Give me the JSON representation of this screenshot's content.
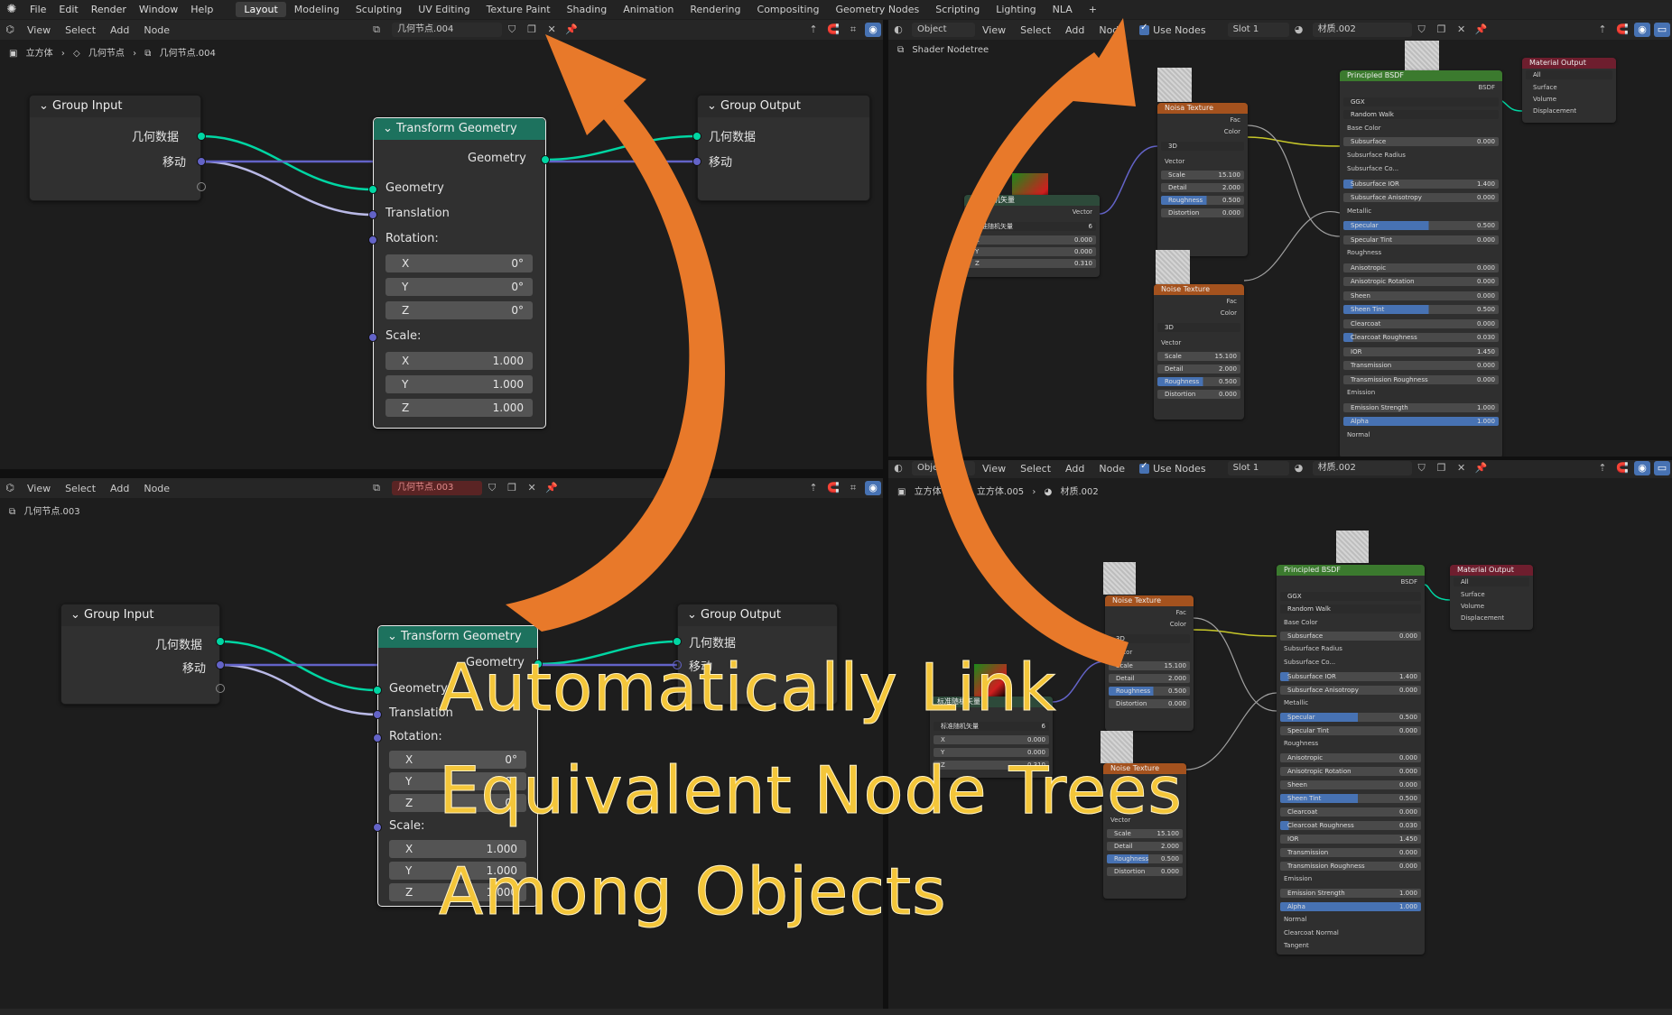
{
  "topbar": {
    "menus": [
      "File",
      "Edit",
      "Render",
      "Window",
      "Help"
    ],
    "tabs": [
      "Layout",
      "Modeling",
      "Sculpting",
      "UV Editing",
      "Texture Paint",
      "Shading",
      "Animation",
      "Rendering",
      "Compositing",
      "Geometry Nodes",
      "Scripting",
      "Lighting",
      "NLA"
    ],
    "active_tab": "Layout",
    "add_tab": "+"
  },
  "tl": {
    "menus": [
      "View",
      "Select",
      "Add",
      "Node"
    ],
    "tree_name": "几何节点.004",
    "breadcrumb": [
      "立方体",
      "几何节点",
      "几何节点.004"
    ]
  },
  "bl": {
    "menus": [
      "View",
      "Select",
      "Add",
      "Node"
    ],
    "tree_name": "几何节点.003",
    "breadcrumb": [
      "几何节点.003"
    ]
  },
  "tr": {
    "object_mode": "Object",
    "menus": [
      "View",
      "Select",
      "Add",
      "Node"
    ],
    "use_nodes": "Use Nodes",
    "slot": "Slot 1",
    "material": "材质.002",
    "breadcrumb": [
      "Shader Nodetree"
    ]
  },
  "br": {
    "object_mode": "Object",
    "menus": [
      "View",
      "Select",
      "Add",
      "Node"
    ],
    "use_nodes": "Use Nodes",
    "slot": "Slot 1",
    "material": "材质.002",
    "breadcrumb": [
      "立方体",
      "立方体.005",
      "材质.002"
    ]
  },
  "geo": {
    "group_input": {
      "title": "Group Input",
      "out1": "几何数据",
      "out2": "移动"
    },
    "transform": {
      "title": "Transform Geometry",
      "out": "Geometry",
      "in_geometry": "Geometry",
      "in_translation": "Translation",
      "rotation": "Rotation:",
      "scale": "Scale:",
      "rx": "X",
      "rx_v": "0°",
      "ry": "Y",
      "ry_v": "0°",
      "rz": "Z",
      "rz_v": "0°",
      "sx": "X",
      "sx_v": "1.000",
      "sy": "Y",
      "sy_v": "1.000",
      "sz": "Z",
      "sz_v": "1.000"
    },
    "group_output": {
      "title": "Group Output",
      "in1": "几何数据",
      "in2": "移动"
    }
  },
  "shader": {
    "noise_title": "Noise Texture",
    "noise_title_alt": "Noisa Texture",
    "fac": "Fac",
    "color": "Color",
    "dim": "3D",
    "vector": "Vector",
    "noise_rows": [
      [
        "Scale",
        "15.100"
      ],
      [
        "Detail",
        "2.000"
      ],
      [
        "Roughness",
        "0.500"
      ],
      [
        "Distortion",
        "0.000"
      ]
    ],
    "vec_title": "标准随机矢量",
    "vec_out": "Vector",
    "vec_name": "标准随机矢量",
    "vec_users": "6",
    "vec_rows": [
      [
        "X",
        "0.000"
      ],
      [
        "Y",
        "0.000"
      ],
      [
        "Z",
        "0.310"
      ]
    ],
    "bsdf_title": "Principled BSDF",
    "bsdf_out": "BSDF",
    "ggx": "GGX",
    "walk": "Random Walk",
    "base_color": "Base Color",
    "bsdf_rows": [
      [
        "Subsurface",
        "0.000"
      ],
      [
        "Subsurface Radius",
        ""
      ],
      [
        "Subsurface Co...",
        ""
      ],
      [
        "Subsurface IOR",
        "1.400"
      ],
      [
        "Subsurface Anisotropy",
        "0.000"
      ],
      [
        "Metallic",
        ""
      ],
      [
        "Specular",
        "0.500"
      ],
      [
        "Specular Tint",
        "0.000"
      ],
      [
        "Roughness",
        ""
      ],
      [
        "Anisotropic",
        "0.000"
      ],
      [
        "Anisotropic Rotation",
        "0.000"
      ],
      [
        "Sheen",
        "0.000"
      ],
      [
        "Sheen Tint",
        "0.500"
      ],
      [
        "Clearcoat",
        "0.000"
      ],
      [
        "Clearcoat Roughness",
        "0.030"
      ],
      [
        "IOR",
        "1.450"
      ],
      [
        "Transmission",
        "0.000"
      ],
      [
        "Transmission Roughness",
        "0.000"
      ],
      [
        "Emission",
        ""
      ],
      [
        "Emission Strength",
        "1.000"
      ],
      [
        "Alpha",
        "1.000"
      ],
      [
        "Normal",
        ""
      ]
    ],
    "clearcoat_normal": "Clearcoat Normal",
    "tangent": "Tangent",
    "out_title": "Material Output",
    "out_all": "All",
    "out_rows": [
      "Surface",
      "Volume",
      "Displacement"
    ]
  },
  "caption": {
    "line1": "Automatically Link",
    "line2": "Equivalent Node Trees",
    "line3": "Among Objects"
  },
  "colors": {
    "geometry_socket": "#00d6a3",
    "vector_socket": "#6363c7",
    "color_socket": "#c7c729",
    "float_socket": "#a1a1a1",
    "arrow": "#e8792a",
    "caption": "#f4c63a"
  }
}
